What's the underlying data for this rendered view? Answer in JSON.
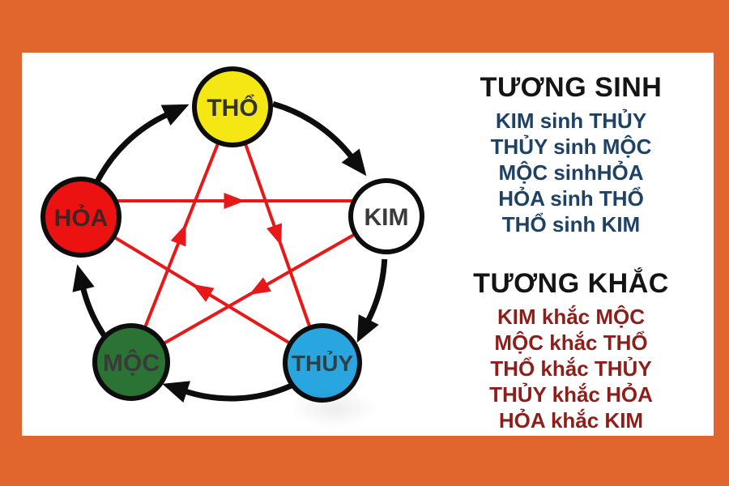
{
  "frame": {
    "border_color": "#e0662e",
    "card_background": "#ffffff"
  },
  "panel": {
    "title_color": "#141414",
    "sinh": {
      "title": "TƯƠNG SINH",
      "color": "#1d4266",
      "items": [
        "KIM sinh THỦY",
        "THỦY sinh MỘC",
        "MỘC sinhHỎA",
        "HỎA sinh THỔ",
        "THỔ sinh KIM"
      ]
    },
    "khac": {
      "title": "TƯƠNG KHẮC",
      "color": "#8e1e1a",
      "items": [
        "KIM khắc MỘC",
        "MỘC khắc THỔ",
        "THỔ khắc THỦY",
        "THỦY khắc HỎA",
        "HỎA khắc KIM"
      ]
    }
  },
  "diagram": {
    "sinh_arrow_color": "#0d0d0d",
    "khac_arrow_color": "#e81818",
    "node_border_color": "#0d0d0d",
    "nodes": [
      {
        "id": "tho",
        "label": "THỔ",
        "fill": "#f5e714",
        "text_color": "#333333"
      },
      {
        "id": "kim",
        "label": "KIM",
        "fill": "#ffffff",
        "text_color": "#3b3b3b"
      },
      {
        "id": "thuy",
        "label": "THỦY",
        "fill": "#29a6e0",
        "text_color": "#2f4047"
      },
      {
        "id": "moc",
        "label": "MỘC",
        "fill": "#2b7334",
        "text_color": "#3a3a3a"
      },
      {
        "id": "hoa",
        "label": "HỎA",
        "fill": "#ed1212",
        "text_color": "#402424"
      }
    ],
    "sinh_cycle": [
      [
        "tho",
        "kim"
      ],
      [
        "kim",
        "thuy"
      ],
      [
        "thuy",
        "moc"
      ],
      [
        "moc",
        "hoa"
      ],
      [
        "hoa",
        "tho"
      ]
    ],
    "khac_cycle": [
      [
        "kim",
        "moc"
      ],
      [
        "moc",
        "tho"
      ],
      [
        "tho",
        "thuy"
      ],
      [
        "thuy",
        "hoa"
      ],
      [
        "hoa",
        "kim"
      ]
    ]
  }
}
